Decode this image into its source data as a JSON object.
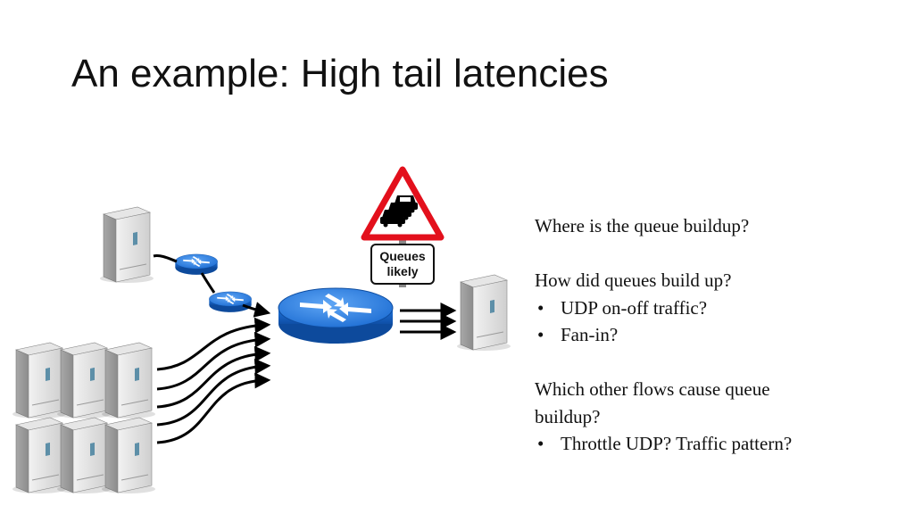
{
  "slide": {
    "title": "An example: High tail latencies",
    "sign": {
      "line1": "Queues",
      "line2": "likely"
    },
    "notes": {
      "q1": "Where is the queue buildup?",
      "q2": "How did queues build up?",
      "q2_bullets": [
        "UDP on-off traffic?",
        "Fan-in?"
      ],
      "q3_line1": "Which other flows cause queue",
      "q3_line2": "buildup?",
      "q3_bullets": [
        "Throttle UDP? Traffic pattern?"
      ],
      "bullet_char": "•"
    }
  },
  "icons": {
    "server": "server-icon",
    "router": "router-icon",
    "sign": "traffic-warning-sign-icon"
  },
  "colors": {
    "router_blue": "#1a6bd1",
    "router_top": "#3f8ff0",
    "sign_red": "#e3101c",
    "server_gray": "#d4d4d4"
  }
}
